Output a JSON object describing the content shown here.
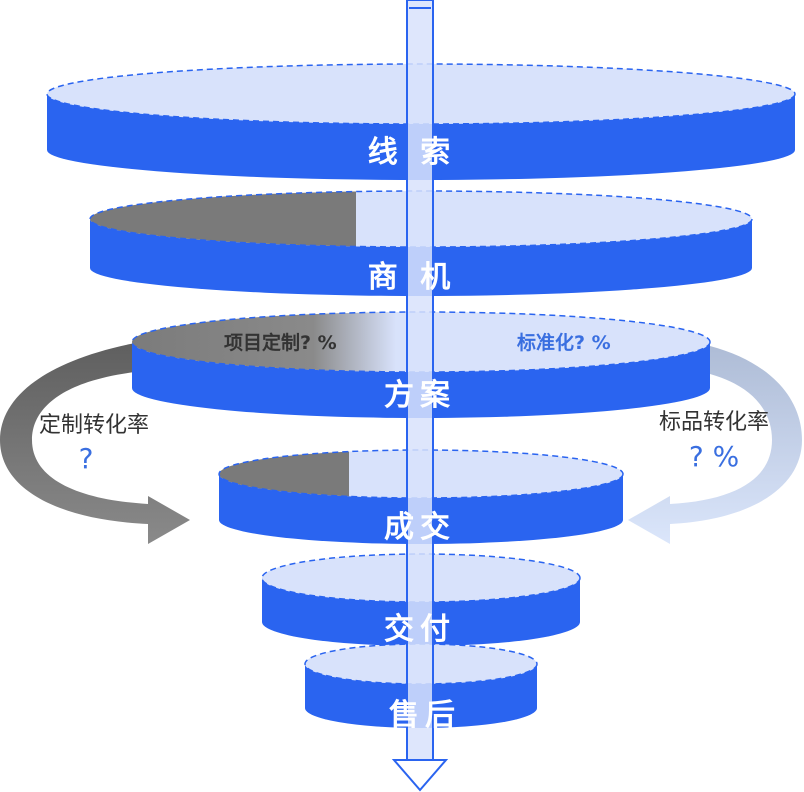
{
  "stages": {
    "leads": "线 索",
    "opportunity": "商 机",
    "proposal": "方案",
    "deal": "成交",
    "delivery": "交付",
    "aftersales": "售后"
  },
  "split": {
    "custom_label": "项目定制? %",
    "standard_label": "标准化? %"
  },
  "side": {
    "left_title": "定制转化率",
    "left_value": "?",
    "right_title": "标品转化率",
    "right_value": "? %"
  },
  "colors": {
    "band": "#2a64f0",
    "top_light": "#d8e2fb",
    "custom_gray": "#7a7a7a",
    "accent_text": "#3a6fe0"
  }
}
